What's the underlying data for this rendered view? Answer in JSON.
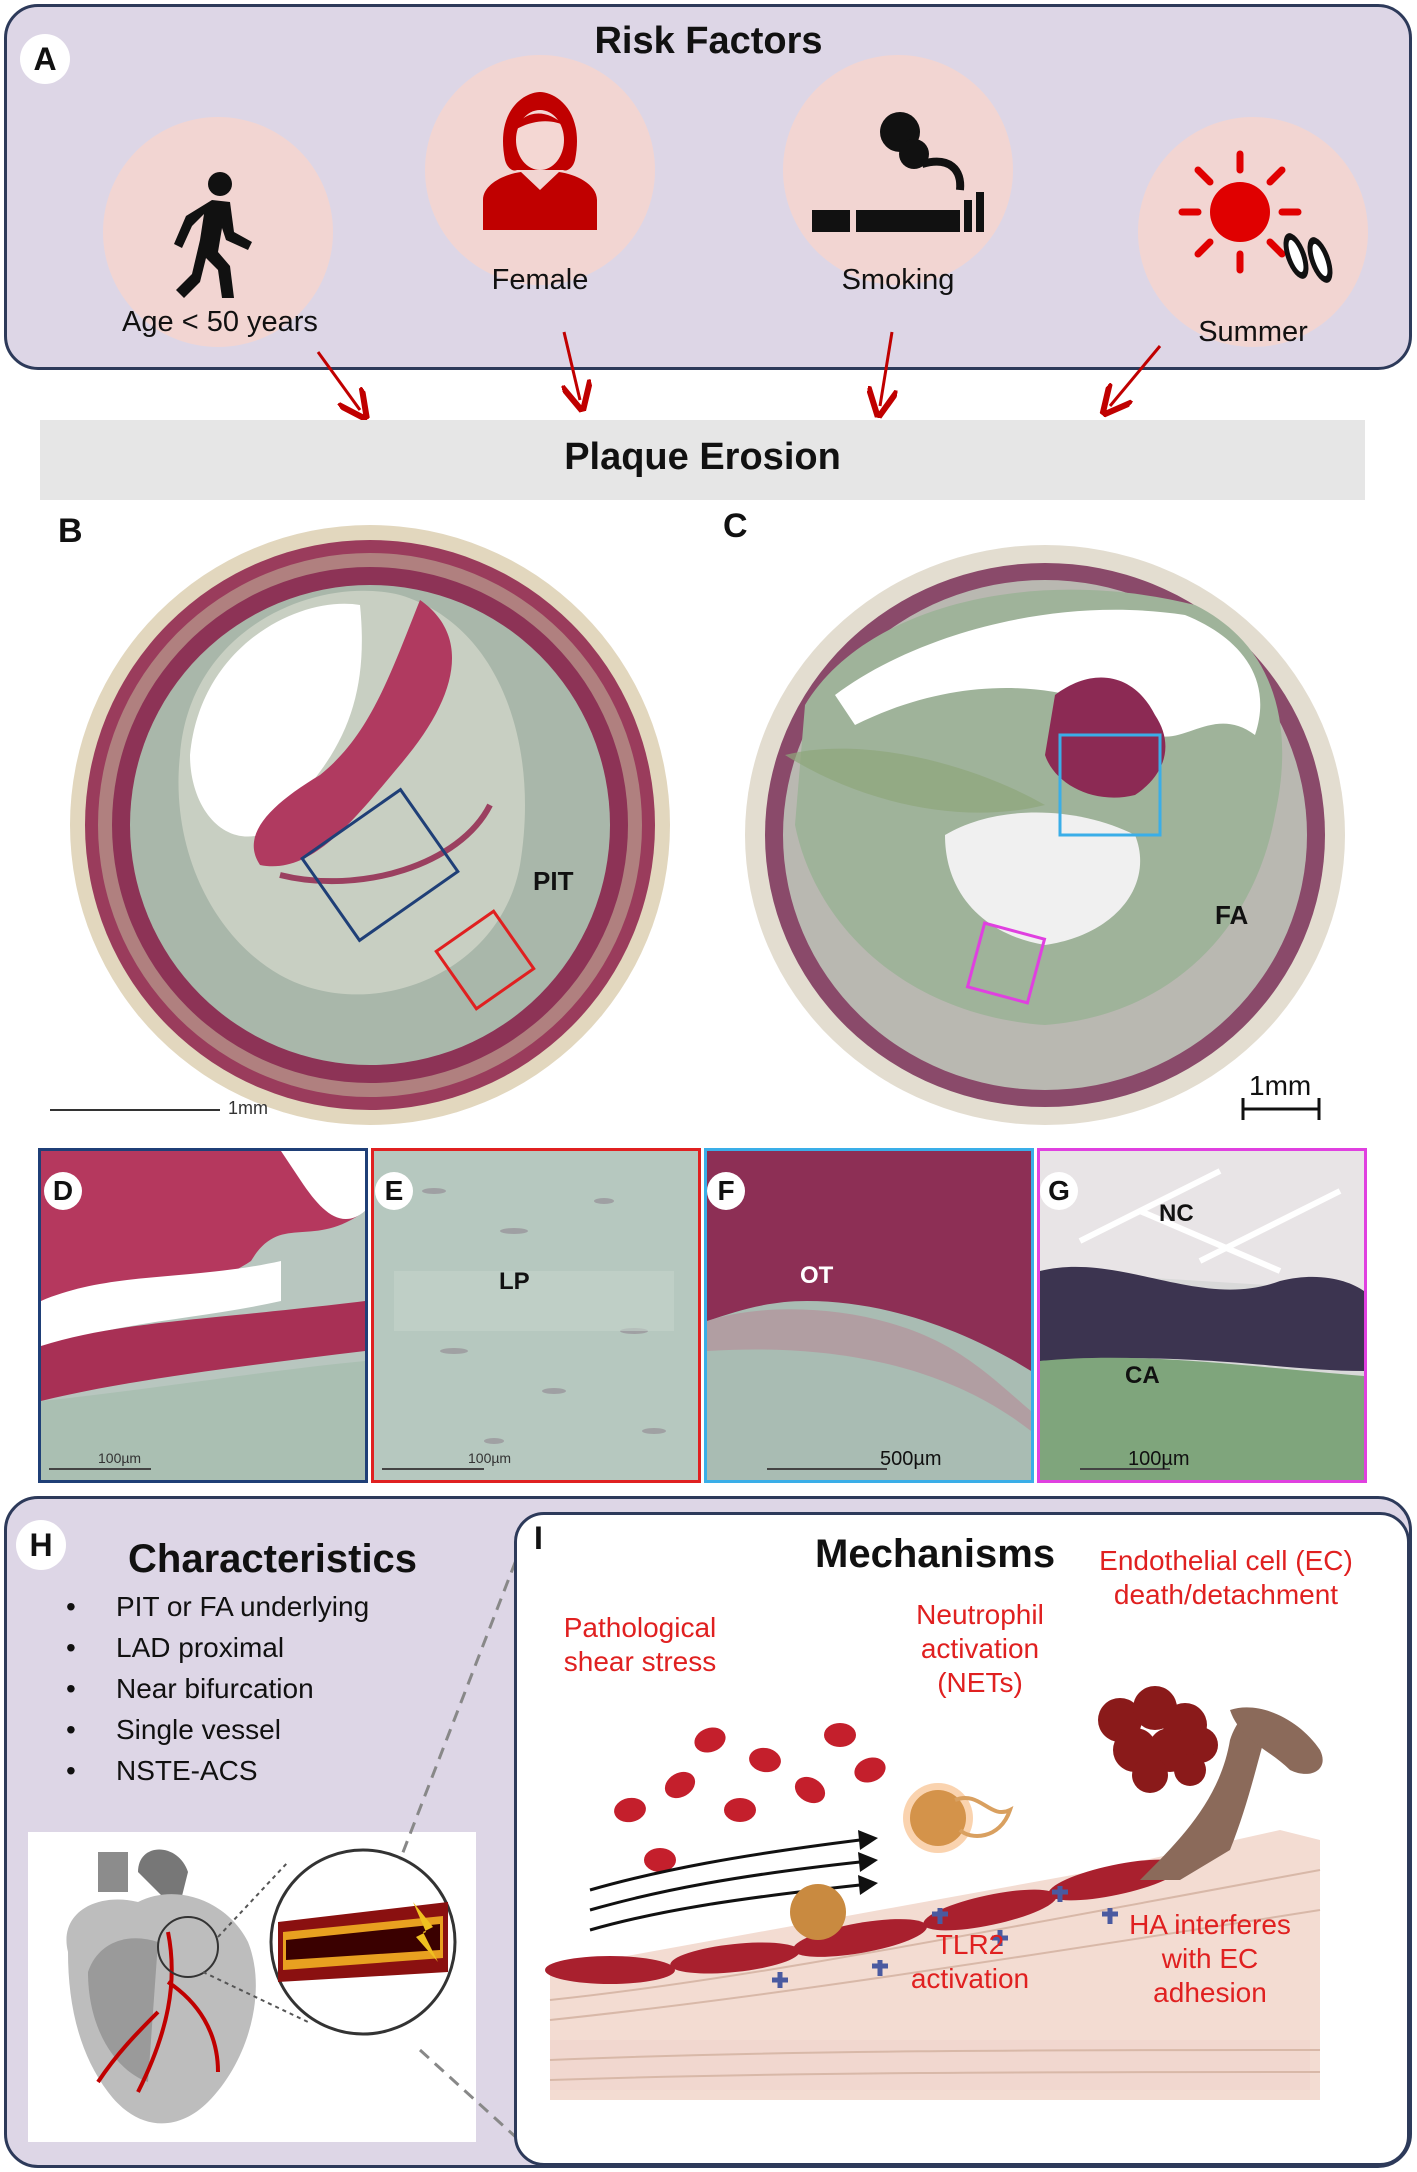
{
  "panel_a": {
    "badge": "A",
    "title": "Risk Factors",
    "factors": [
      {
        "label": "Age < 50 years",
        "icon": "walking-person-icon"
      },
      {
        "label": "Female",
        "icon": "female-person-icon"
      },
      {
        "label": "Smoking",
        "icon": "cigarette-icon"
      },
      {
        "label": "Summer",
        "icon": "sun-flipflops-icon"
      }
    ]
  },
  "erosion_title": "Plaque Erosion",
  "histology": {
    "b_label": "B",
    "c_label": "C",
    "pit_label": "PIT",
    "fa_label": "FA",
    "scale_b": "1mm",
    "scale_c": "1mm",
    "tiles": [
      {
        "letter": "D",
        "inner": "",
        "scale": "100µm",
        "border": "#1f3f77"
      },
      {
        "letter": "E",
        "inner": "LP",
        "scale": "100µm",
        "border": "#e02020"
      },
      {
        "letter": "F",
        "inner": "OT",
        "scale": "500µm",
        "border": "#3aaee8"
      },
      {
        "letter": "G",
        "inner": "NC",
        "inner2": "CA",
        "scale": "100µm",
        "border": "#e040e0"
      }
    ]
  },
  "panel_h": {
    "badge": "H",
    "title": "Characteristics",
    "items": [
      "PIT or FA underlying",
      "LAD proximal",
      "Near bifurcation",
      "Single vessel",
      "NSTE-ACS"
    ]
  },
  "panel_i": {
    "badge": "I",
    "title": "Mechanisms",
    "shear": [
      "Pathological",
      "shear stress"
    ],
    "neutrophil": [
      "Neutrophil",
      "activation",
      "(NETs)"
    ],
    "ec": [
      "Endothelial cell (EC)",
      "death/detachment"
    ],
    "tlr2": [
      "TLR2",
      "activation"
    ],
    "ha": [
      "HA interferes",
      "with EC",
      "adhesion"
    ]
  },
  "colors": {
    "panel_bg": "#ddd6e6",
    "border": "#2d3a5a",
    "accent_red": "#c00000",
    "text_red": "#e02020"
  }
}
